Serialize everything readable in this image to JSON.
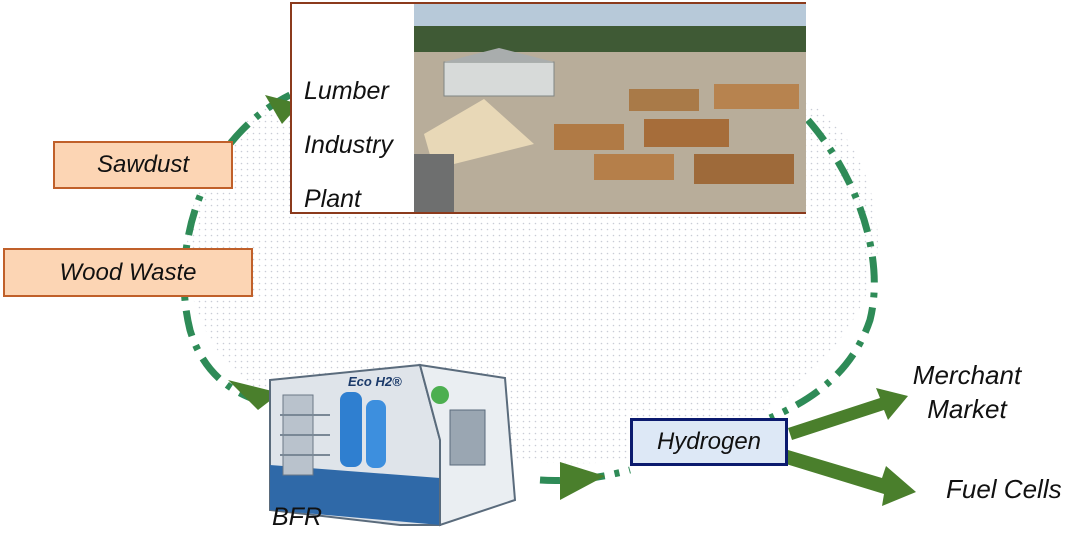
{
  "labels": {
    "plant_line1": "Lumber",
    "plant_line2": "Industry",
    "plant_line3": "Plant",
    "sawdust": "Sawdust",
    "wood_waste": "Wood Waste",
    "hydrogen": "Hydrogen",
    "merchant_line1": "Merchant",
    "merchant_line2": "Market",
    "fuel_cells": "Fuel Cells",
    "bfr": "BFR",
    "unit_brand": "Eco H2®"
  },
  "colors": {
    "cycle_green": "#2e8b57",
    "arrow_green": "#4a7f2c",
    "wood_fill": "#fcd5b4",
    "wood_border": "#c0602a",
    "hydrogen_fill": "#dde8f6",
    "hydrogen_border": "#0b1a6e",
    "plant_border": "#8b3a1c"
  },
  "icons": {
    "plant_photo": "lumber-yard-photo",
    "bfr_unit": "container-unit-image"
  }
}
